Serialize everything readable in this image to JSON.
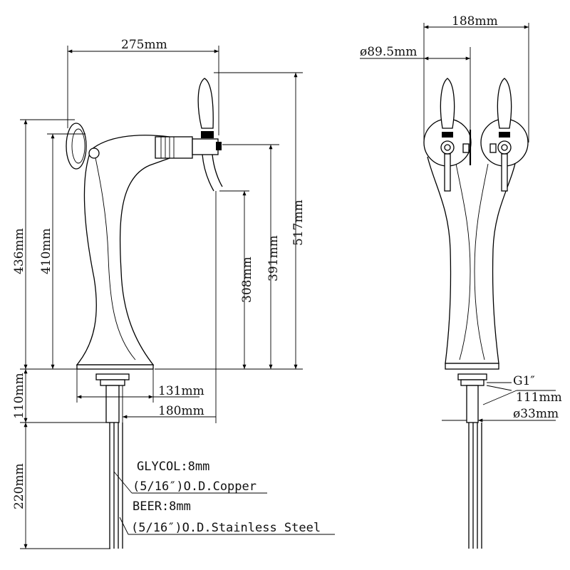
{
  "side_view": {
    "dim_width_total": "275mm",
    "dim_height_total": "517mm",
    "dim_height_436": "436mm",
    "dim_height_410": "410mm",
    "dim_spout_height_391": "391mm",
    "dim_spout_height_308": "308mm",
    "dim_base_131": "131mm",
    "dim_base_180": "180mm",
    "dim_shank_110": "110mm",
    "dim_tubes_220": "220mm"
  },
  "tube_notes": {
    "glycol_line1": "GLYCOL:8mm",
    "glycol_line2": "(5/16″)O.D.Copper",
    "beer_line1": "BEER:8mm",
    "beer_line2": "(5/16″)O.D.Stainless Steel"
  },
  "front_view": {
    "dim_width": "188mm",
    "dim_disc_diameter": "ø89.5mm",
    "dim_thread": "G1″",
    "dim_shank_111": "111mm",
    "dim_shank_diameter": "ø33mm"
  }
}
